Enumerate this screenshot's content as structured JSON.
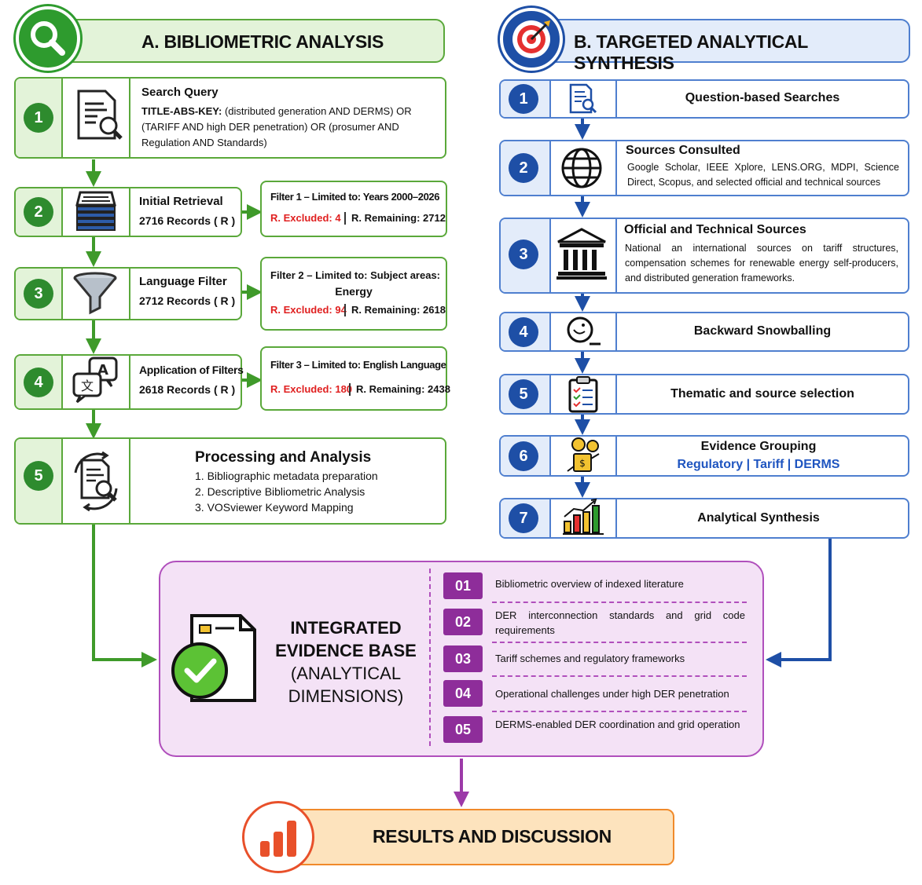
{
  "section_a": {
    "title": "A. BIBLIOMETRIC ANALYSIS",
    "steps": [
      {
        "number": "1",
        "title": "Search Query",
        "query_label": "TITLE-ABS-KEY:",
        "query_line1": "(distributed generation AND DERMS) OR",
        "query_line2": "(TARIFF AND high DER penetration) OR (prosumer AND",
        "query_line3": "Regulation AND Standards)"
      },
      {
        "number": "2",
        "title": "Initial Retrieval",
        "records": "2716 Records ( R )"
      },
      {
        "number": "3",
        "title": "Language Filter",
        "records": "2712 Records ( R )"
      },
      {
        "number": "4",
        "title": "Application of Filters",
        "records": "2618 Records ( R )"
      },
      {
        "number": "5",
        "title": "Processing and Analysis",
        "items": [
          "1. Bibliographic metadata preparation",
          "2. Descriptive Bibliometric Analysis",
          "3. VOSviewer Keyword Mapping"
        ]
      }
    ],
    "filters": [
      {
        "title": "Filter 1 – Limited to: Years 2000–2026",
        "title2": "",
        "excluded": "R. Excluded:  4",
        "remaining": "R. Remaining: 2712"
      },
      {
        "title": "Filter 2 – Limited to: Subject areas:",
        "title2": "Energy",
        "excluded": "R. Excluded: 94",
        "remaining": "R. Remaining: 2618"
      },
      {
        "title": "Filter 3 – Limited to: English Language",
        "title2": "",
        "excluded": "R. Excluded: 180",
        "remaining": "R. Remaining: 2438"
      }
    ]
  },
  "section_b": {
    "title": "B. TARGETED ANALYTICAL SYNTHESIS",
    "steps": [
      {
        "number": "1",
        "title": "Question-based Searches"
      },
      {
        "number": "2",
        "title": "Sources Consulted",
        "body": "Google Scholar, IEEE Xplore, LENS.ORG, MDPI, Science Direct, Scopus, and selected official and technical sources"
      },
      {
        "number": "3",
        "title": "Official and Technical Sources",
        "body": "National an international sources on tariff structures, compensation schemes for renewable energy self-producers, and distributed generation frameworks."
      },
      {
        "number": "4",
        "title": "Backward Snowballing"
      },
      {
        "number": "5",
        "title": "Thematic and source selection"
      },
      {
        "number": "6",
        "title": "Evidence Grouping",
        "tags": "Regulatory | Tariff | DERMS"
      },
      {
        "number": "7",
        "title": "Analytical Synthesis"
      }
    ]
  },
  "center": {
    "title_line1": "INTEGRATED",
    "title_line2": "EVIDENCE BASE",
    "title_line3": "(ANALYTICAL",
    "title_line4": "DIMENSIONS)",
    "dimensions": [
      {
        "code": "01",
        "text": "Bibliometric overview of indexed literature"
      },
      {
        "code": "02",
        "text": "DER interconnection standards and grid code requirements"
      },
      {
        "code": "03",
        "text": "Tariff schemes and regulatory frameworks"
      },
      {
        "code": "04",
        "text": "Operational challenges under high DER penetration"
      },
      {
        "code": "05",
        "text": "DERMS-enabled DER coordination and grid operation"
      }
    ]
  },
  "results": {
    "title": "RESULTS AND DISCUSSION"
  },
  "colors": {
    "green": "#2e8b2e",
    "blue": "#1e4fa6",
    "purple": "#8e2d9a",
    "orange": "#f08a2a",
    "red": "#e02020"
  }
}
